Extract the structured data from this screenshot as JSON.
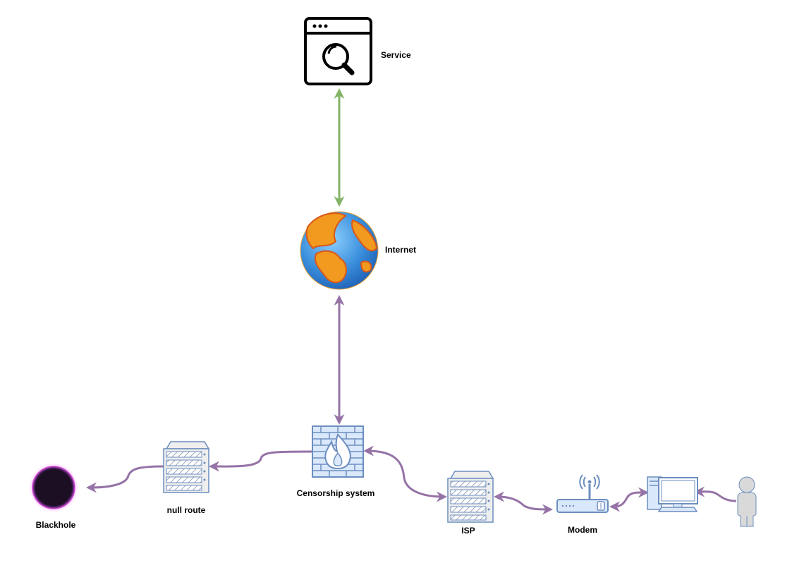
{
  "nodes": {
    "service": "Service",
    "internet": "Internet",
    "censorship": "Censorship system",
    "null_route": "null route",
    "blackhole": "Blackhole",
    "isp": "ISP",
    "modem": "Modem"
  },
  "icons": {
    "service": "browser-search-icon",
    "internet": "globe-icon",
    "censorship": "firewall-icon",
    "null_route": "server-icon",
    "blackhole": "blackhole-icon",
    "isp": "server-icon",
    "modem": "modem-icon",
    "computer": "computer-icon",
    "user": "person-icon"
  },
  "colors": {
    "green_edge": "#82b366",
    "purple_edge": "#9673a6",
    "device_stroke": "#6c8ebf",
    "device_fill": "#dae8fc",
    "server_fill": "#eeeeee",
    "globe_ocean": "#3a8fdc",
    "globe_land": "#f29a1f",
    "blackhole_glow": "#ff66ff"
  }
}
